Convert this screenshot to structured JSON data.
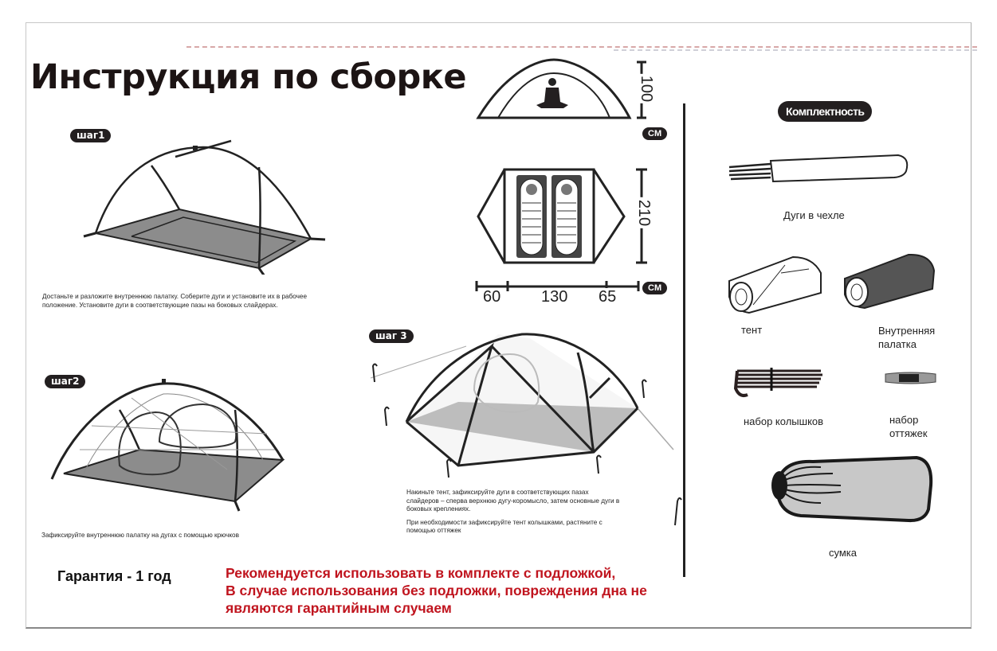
{
  "page": {
    "title": "Инструкция по сборке",
    "warranty": "Гарантия - 1 год",
    "warning_lines": [
      "Рекомендуется использовать в комплекте с подложкой,",
      "В случае использования без подложки, повреждения дна не",
      "являются гарантийным случаем"
    ],
    "colors": {
      "warning": "#c0141e",
      "badge": "#231f20",
      "floor": "#8c8c8c"
    }
  },
  "steps": [
    {
      "badge": "шаг1",
      "text_lines": [
        "Достаньте и разложите внутреннюю палатку. Соберите дуги и установите их в рабочее",
        "положение. Установите дуги  в соответствующие пазы на боковых слайдерах."
      ]
    },
    {
      "badge": "шаг2",
      "text_lines": [
        "Зафиксируйте внутреннюю палатку на дугах с помощью крючков"
      ]
    },
    {
      "badge": "шаг 3",
      "text_lines": [
        "Накиньте  тент, зафиксируйте дуги в соответствующих пазах",
        "слайдеров – сперва верхнюю дугу-коромысло, затем основные дуги в",
        "боковых креплениях.",
        "При необходимости зафиксируйте тент колышками, растяните с",
        "помощью оттяжек"
      ]
    }
  ],
  "dimensions": {
    "height": "100",
    "length": "210",
    "width_parts": [
      "60",
      "130",
      "65"
    ],
    "unit": "CM"
  },
  "kit": {
    "title": "Комплектность",
    "items": [
      {
        "label": "Дуги в чехле",
        "icon": "poles-in-case-icon"
      },
      {
        "label": "тент",
        "icon": "rainfly-roll-icon"
      },
      {
        "label": "Внутренняя\nпалатка",
        "label_lines": [
          "Внутренняя",
          "палатка"
        ],
        "icon": "inner-tent-roll-icon"
      },
      {
        "label": "набор колышков",
        "icon": "stakes-icon"
      },
      {
        "label": "набор оттяжек",
        "label_lines": [
          "набор",
          "оттяжек"
        ],
        "icon": "guylines-icon"
      },
      {
        "label": "сумка",
        "icon": "bag-icon"
      }
    ]
  }
}
